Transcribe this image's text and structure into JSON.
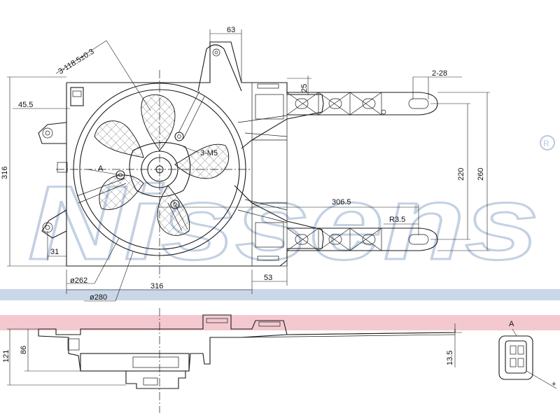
{
  "watermark": {
    "text": "Nissens",
    "color": "#b9c9dd"
  },
  "colors": {
    "pink_band": "#f3c9cf",
    "blue_band": "#c9d7e8",
    "ink": "#1a1a1a"
  },
  "dimensions": {
    "top_63": "63",
    "hole_pattern": "3-118.5±0.3",
    "slot_2_28": "2-28",
    "offset_25": "25",
    "offset_45_5": "45.5",
    "screws_3_m5": "3-M5",
    "label_a_top": "A",
    "height_220": "220",
    "height_260": "260",
    "height_316": "316",
    "width_306_5": "306.5",
    "radius_r3_5": "R3.5",
    "offset_31": "31",
    "dia_262": "ø262",
    "width_316": "316",
    "offset_53": "53",
    "dia_280": "ø280",
    "depth_121": "121",
    "depth_86": "86",
    "depth_13_5": "13.5",
    "label_a_side": "A",
    "plus_sign": "+"
  }
}
